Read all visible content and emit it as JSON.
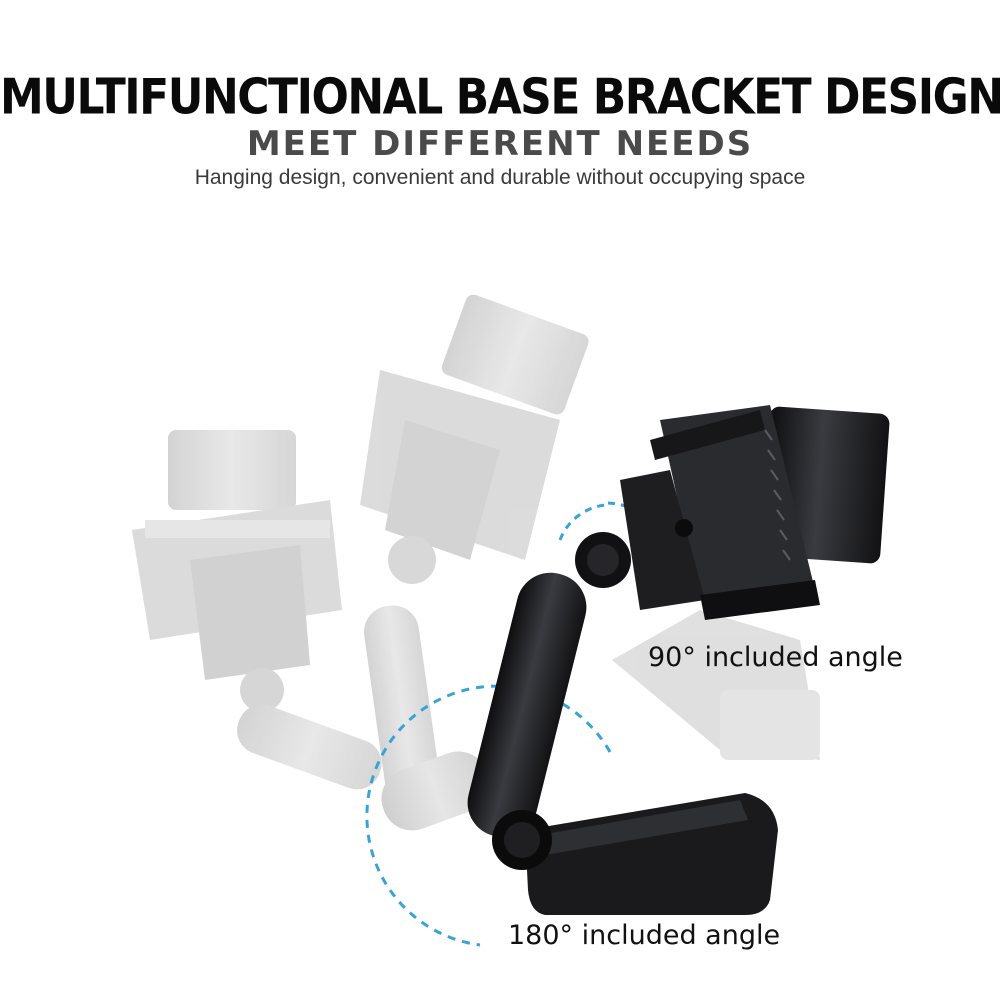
{
  "heading": {
    "title": "MULTIFUNCTIONAL BASE BRACKET DESIGN",
    "subtitle": "MEET DIFFERENT NEEDS",
    "description": "Hanging design, convenient and durable without occupying space"
  },
  "angles": {
    "angle_90_label": "90°  included angle",
    "angle_180_label": "180°  included angle"
  },
  "colors": {
    "accent": "#3aa3d6",
    "ghost": "#d6d6d6",
    "body": "#1c1c1e"
  }
}
